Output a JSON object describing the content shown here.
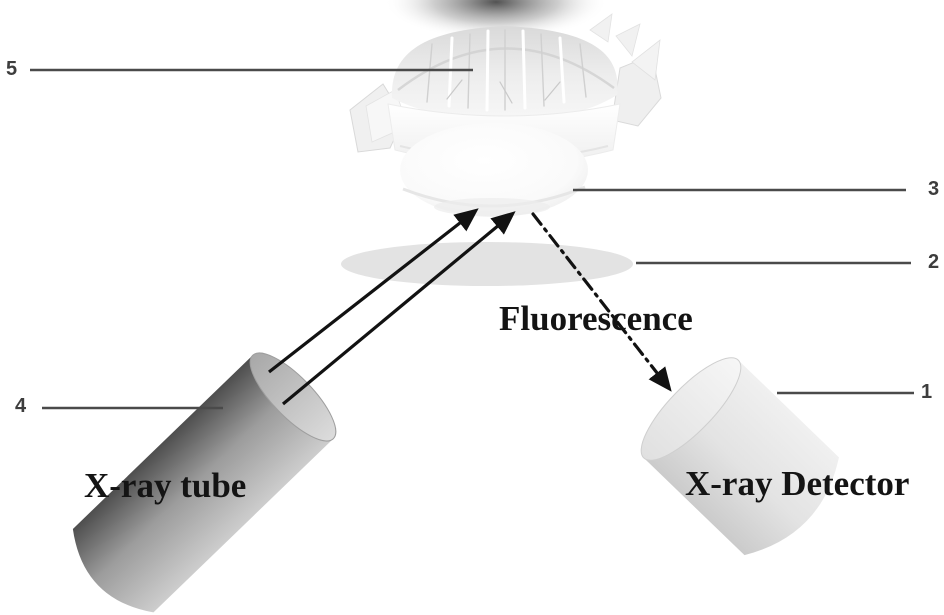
{
  "callouts": {
    "c1": {
      "number": "1"
    },
    "c2": {
      "number": "2"
    },
    "c3": {
      "number": "3"
    },
    "c4": {
      "number": "4"
    },
    "c5": {
      "number": "5"
    }
  },
  "labels": {
    "fluorescence": "Fluorescence",
    "xray_tube": "X-ray tube",
    "xray_detector": "X-ray Detector"
  },
  "colors": {
    "background": "#ffffff",
    "callout_line": "#4a4a4a",
    "callout_number": "#3d3d3d",
    "annotation_text": "#141414",
    "beam_arrow": "#121212",
    "tube_dark": "#4e4e4e",
    "tube_light": "#cdcdcd",
    "detector_body": "#e3e3e3",
    "sample_ellipse": "#e3e3e3",
    "cup_film": "#ededed",
    "cup_body": "#ffffff"
  }
}
